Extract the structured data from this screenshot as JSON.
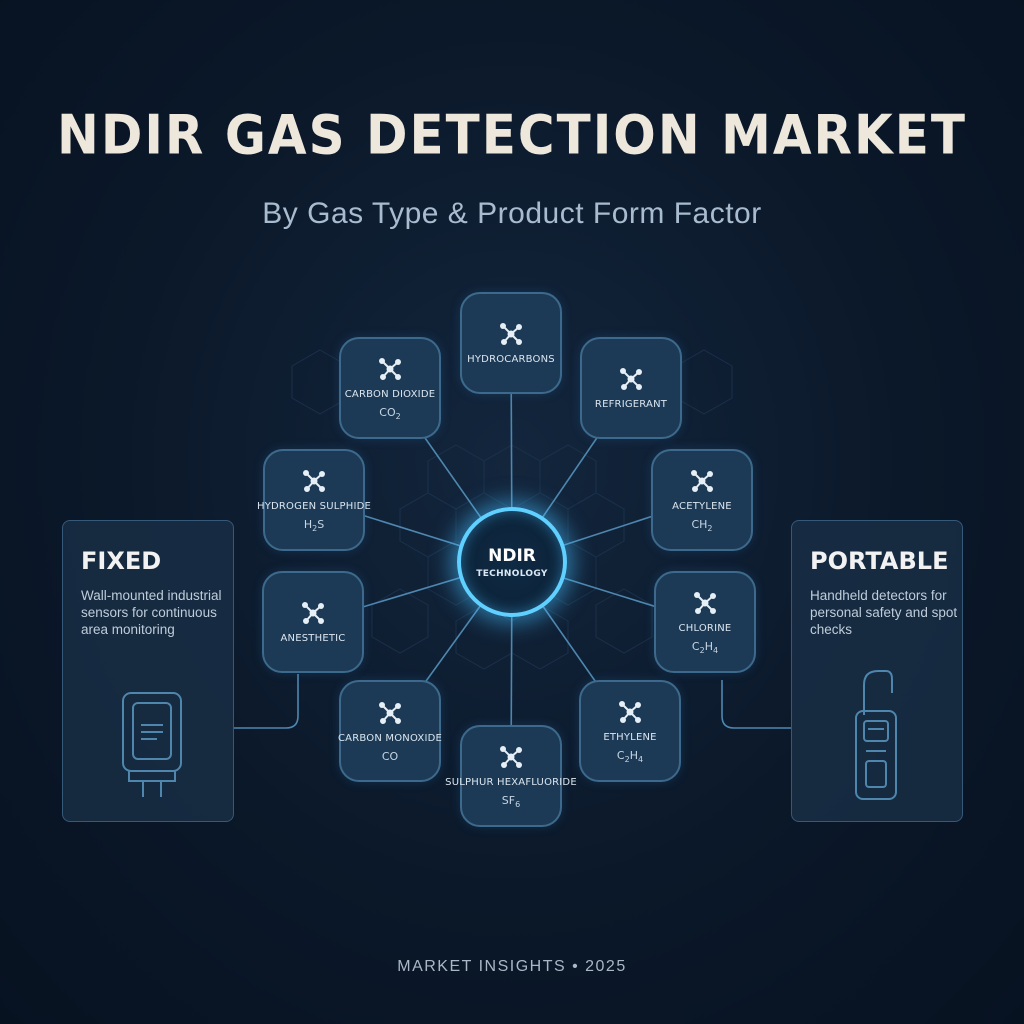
{
  "header": {
    "title": "NDIR GAS DETECTION MARKET",
    "subtitle": "By Gas Type & Product Form Factor"
  },
  "hub": {
    "title": "NDIR",
    "subtitle": "TECHNOLOGY"
  },
  "gas_types": [
    {
      "label": "HYDROCARBONS",
      "formula": ""
    },
    {
      "label": "REFRIGERANT",
      "formula": ""
    },
    {
      "label": "ACETYLENE",
      "formula": "CH2"
    },
    {
      "label": "CHLORINE",
      "formula": "C2H4"
    },
    {
      "label": "ETHYLENE",
      "formula": "C2H4"
    },
    {
      "label": "SULPHUR HEXAFLUORIDE",
      "formula": "SF6"
    },
    {
      "label": "CARBON MONOXIDE",
      "formula": "CO"
    },
    {
      "label": "ANESTHETIC",
      "formula": ""
    },
    {
      "label": "HYDROGEN SULPHIDE",
      "formula": "H2S"
    },
    {
      "label": "CARBON DIOXIDE",
      "formula": "CO2"
    }
  ],
  "fixed": {
    "title": "FIXED",
    "description": "Wall-mounted industrial sensors for continuous area monitoring"
  },
  "portable": {
    "title": "PORTABLE",
    "description": "Handheld detectors for personal safety and spot checks"
  },
  "footer": {
    "text": "MARKET INSIGHTS • 2025"
  },
  "colors": {
    "background": "#0b1829",
    "node_fill": "#1c3a55",
    "node_border": "#3d6a8c",
    "hub_glow": "#5fd0ff",
    "title": "#ede7dc",
    "subtitle": "#a9bccf"
  },
  "icons": {
    "gas_type": "molecule-icon",
    "fixed": "wall-sensor-icon",
    "portable": "handheld-detector-icon"
  }
}
